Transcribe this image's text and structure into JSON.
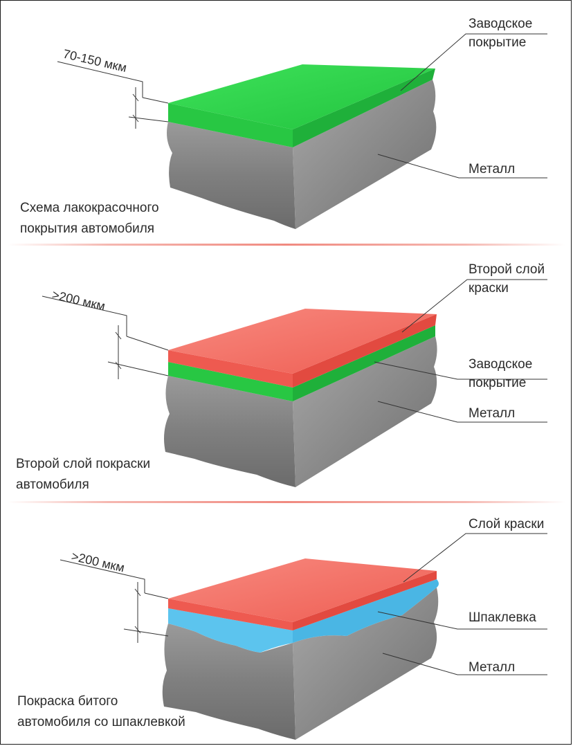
{
  "panels": [
    {
      "thickness": "70-150 мкм",
      "labels": [
        "Заводское покрытие",
        "Металл"
      ],
      "caption": [
        "Схема лакокрасочного",
        "покрытия автомобиля"
      ]
    },
    {
      "thickness": ">200 мкм",
      "labels": [
        "Второй слой краски",
        "Заводское покрытие",
        "Металл"
      ],
      "caption": [
        "Второй слой покраски",
        "автомобиля"
      ]
    },
    {
      "thickness": ">200 мкм",
      "labels": [
        "Слой краски",
        "Шпаклевка",
        "Металл"
      ],
      "caption": [
        "Покраска битого",
        "автомобиля со шпаклевкой"
      ]
    }
  ],
  "colors": {
    "factory_coating": "#2fd14a",
    "second_paint": "#f0645a",
    "putty": "#5cc4ee",
    "metal": "#8a8a8a",
    "separator": "#f08a80"
  }
}
